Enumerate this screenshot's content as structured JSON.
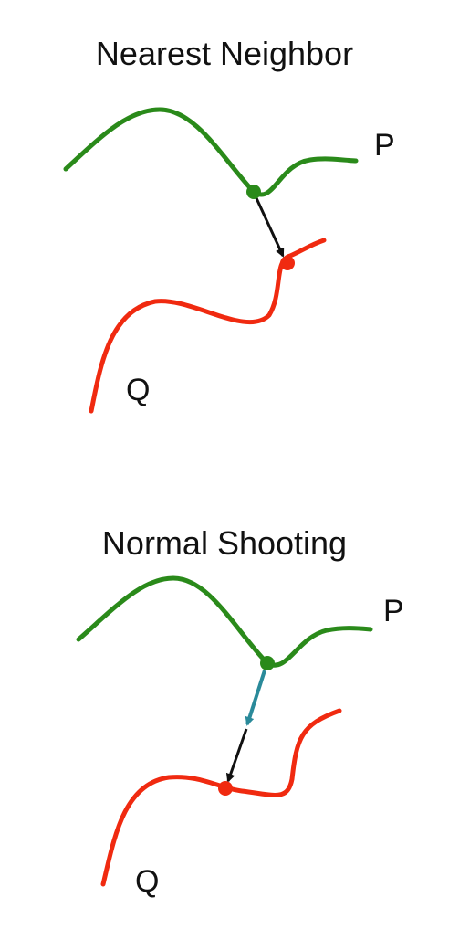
{
  "panels": [
    {
      "title": "Nearest Neighbor",
      "curve_p_label": "P",
      "curve_q_label": "Q"
    },
    {
      "title": "Normal Shooting",
      "curve_p_label": "P",
      "curve_q_label": "Q"
    }
  ],
  "colors": {
    "curve_p": "#2a8a1a",
    "curve_q": "#f02a10",
    "arrow": "#111111",
    "normal_vector": "#2a8a9a"
  }
}
